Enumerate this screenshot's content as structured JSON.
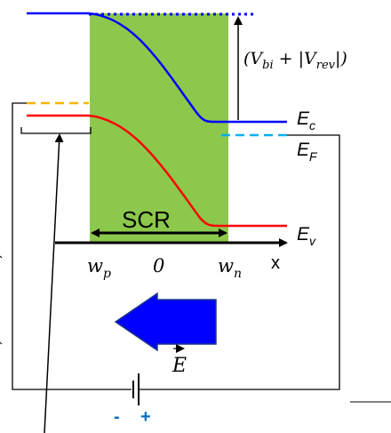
{
  "labels": {
    "voltage": "(V_bi + |V_rev|)",
    "scr": "SCR",
    "x_axis": "x",
    "ec": "E_c",
    "ef": "E_F",
    "ev": "E_v",
    "wp": "w_p",
    "zero": "0",
    "wn": "w_n",
    "field": "E",
    "minus": "-",
    "plus": "+"
  },
  "colors": {
    "depletion": "#8cc84b",
    "conduction_band": "#0000ff",
    "valence_band": "#ff0000",
    "fermi_p": "#f5b400",
    "fermi_n": "#00b0f0",
    "arrow": "#0000ff",
    "battery_sign": "#0070c0"
  }
}
